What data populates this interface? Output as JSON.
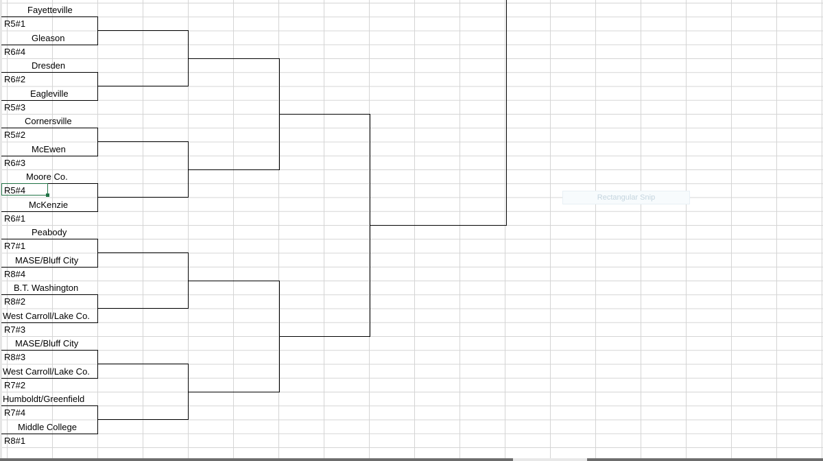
{
  "bracket": {
    "entries": [
      {
        "team": "Fayetteville",
        "seed": "R5#1",
        "teamLeft": 40
      },
      {
        "team": "Gleason",
        "seed": "R6#4",
        "teamLeft": 46
      },
      {
        "team": "Dresden",
        "seed": "R6#2",
        "teamLeft": 46
      },
      {
        "team": "Eagleville",
        "seed": "R5#3",
        "teamLeft": 44
      },
      {
        "team": "Cornersville",
        "seed": "R5#2",
        "teamLeft": 36
      },
      {
        "team": "McEwen",
        "seed": "R6#3",
        "teamLeft": 46
      },
      {
        "team": "Moore Co.",
        "seed": "R5#4",
        "teamLeft": 38
      },
      {
        "team": "McKenzie",
        "seed": "R6#1",
        "teamLeft": 42
      },
      {
        "team": "Peabody",
        "seed": "R7#1",
        "teamLeft": 46
      },
      {
        "team": "MASE/Bluff City",
        "seed": "R8#4",
        "teamLeft": 22
      },
      {
        "team": "B.T. Washington",
        "seed": "R8#2",
        "teamLeft": 20
      },
      {
        "team": "West Carroll/Lake Co.",
        "seed": "R7#3",
        "teamLeft": 4
      },
      {
        "team": "MASE/Bluff City",
        "seed": "R8#3",
        "teamLeft": 22
      },
      {
        "team": "West Carroll/Lake Co.",
        "seed": "R7#2",
        "teamLeft": 4
      },
      {
        "team": "Humboldt/Greenfield",
        "seed": "R7#4",
        "teamLeft": 4
      },
      {
        "team": "Middle College",
        "seed": "R8#1",
        "teamLeft": 26
      }
    ]
  },
  "snip_overlay": {
    "label": "Rectangular Snip"
  }
}
